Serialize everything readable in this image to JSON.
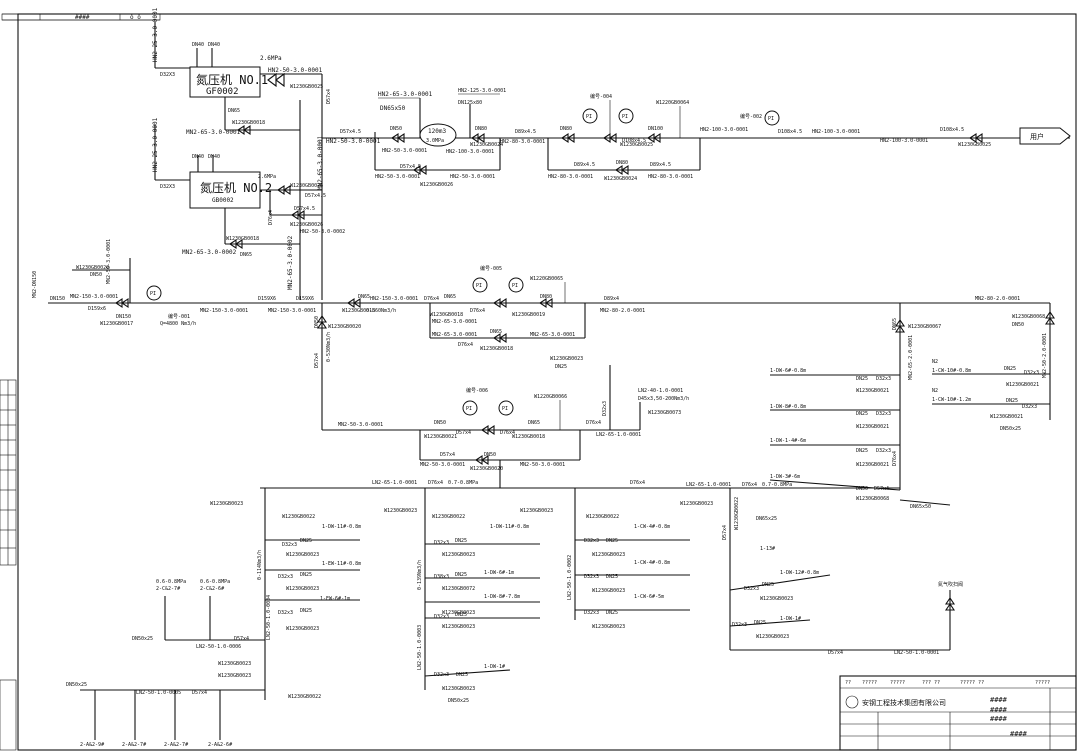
{
  "header": {
    "hash": "####",
    "code": "ǒ ǒ"
  },
  "compressor1": {
    "title": "氮压机 NO.1",
    "sub": "GF0002",
    "tag1": "DN40",
    "tag2": "DN40",
    "pressure": "2.6MPa",
    "vline": "HN2-25-3.0-0001",
    "vsize": "D32X3",
    "line": "HN2-50-3.0-0001",
    "dn": "DN65",
    "valve": "W1230GB0018",
    "outline": "MN2-65-3.0-0001",
    "dn2": "DN50",
    "v2": "W1230GB0025"
  },
  "compressor2": {
    "title": "氮压机 NO.2",
    "sub": "GB0002",
    "tag1": "DN40",
    "tag2": "DN40",
    "pressure": "2.6MPa",
    "vline": "HN2-25-3.0-0001",
    "vsize": "D32X3",
    "valve": "W1230GB0026",
    "size": "D57x4.5",
    "size2": "D57x4.5",
    "valve2": "W1230GB0026",
    "line": "HN2-50-3.0-0002",
    "valve3": "W1230GB0018",
    "outline": "MN2-65-3.0-0002",
    "dn": "DN65",
    "vline2": "MN2-65-3.0-0002",
    "d76": "D76x4"
  },
  "hp": {
    "v57": "D57x4",
    "d575": "D57x4.5",
    "hn5030": "HN2-50-3.0-0001",
    "hn6530": "HN2-65-3.0-0001",
    "dn65x50": "DN65x50",
    "dn50": "DN50",
    "hn50c": "HN2-50-3.0-0001",
    "tank": "120m3",
    "tankp": "3.0MPa",
    "hn12530": "HN2-125-3.0-0001",
    "dn125": "DN125x80",
    "dn80": "DN80",
    "v024": "W1230GB0024",
    "hn10030": "HN2-100-3.0-0001",
    "d575b": "D57x4.5",
    "hn5030b": "HN2-50-3.0-0001",
    "hn5030c": "HN2-50-3.0-0001",
    "v026": "W1230GB0026",
    "d895": "D89x4.5",
    "hn8030": "HN2-80-3.0-0001",
    "ma004": "编号-004",
    "dn80b": "DN80",
    "v025": "W1230GB0025",
    "dn100": "DN100",
    "d1085": "D108x4.5",
    "v064": "W1220GB0064",
    "pi": "PI",
    "d895b": "D89x4.5",
    "d895c": "D89x4.5",
    "dn80c": "DN80",
    "hn8030b": "HN2-80-3.0-0001",
    "v024b": "W1230GB0024",
    "hn8030c": "HN2-80-3.0-0001",
    "ma002": "编号-002",
    "hn10030b": "HN2-100-3.0-0001",
    "d1085b": "D108x4.5",
    "hn10030c": "HN2-100-3.0-0001",
    "hn10030d": "HN2-100-3.0-0001",
    "d1085c": "D108x4.5",
    "v025b": "W1230GB0025",
    "user": "用户"
  },
  "mp": {
    "vtag": "MN2-DN150",
    "vtag2": "MN2-50-3.0-0001",
    "v020": "W1230GB0020",
    "dn50": "DN50",
    "dn150": "DN150",
    "mn150": "MN2-150-3.0-0001",
    "d1596": "D159x6",
    "dn150b": "DN150",
    "v017": "W1230GB0017",
    "fe001": "编号-001",
    "flow": "Q=4800 Nm3/h",
    "mn1503": "MN2-150-3.0-0001",
    "mn1503b": "MN2-150-3.0-0001",
    "d1596b": "D159X6",
    "d1596c": "D159X6",
    "dn65": "DN65",
    "hn150": "HN2-150-3.0-0001",
    "d76": "D76x4",
    "v018": "W1230GB0018",
    "flow2": "0-560Nm3/h",
    "dn65b": "DN65",
    "d76b": "D76x4",
    "ma005": "编号-005",
    "v065": "W1220GB0065",
    "v018b": "W1230GB0018",
    "v019": "W1230GB0019",
    "dn80": "DN80",
    "d89": "D89x4",
    "mn8020": "MN2-80-2.0-0001",
    "mn6530": "MN2-65-3.0-0001",
    "mn6530b": "MN2-65-3.0-0001",
    "dn65c": "DN65",
    "mn6530c": "MN2-65-3.0-0001",
    "d76c": "D76x4",
    "v018c": "W1230GB0018",
    "mn6530d": "MN2-65-3.0-0001",
    "mn8020b": "MN2-80-2.0-0001",
    "v020b": "W1230GB0020",
    "d57": "D57x4",
    "flow3": "0-530Nm3/h",
    "v067": "W1230GB0067",
    "dn65d": "DN65",
    "v068": "W1230GB0068",
    "dn50b": "DN50",
    "mn5020": "MN2-50-2.0-0001",
    "mn6520": "MN2-65-2.0-0001"
  },
  "lp": {
    "mn5030": "MN2-50-3.0-0001",
    "ma006": "编号-006",
    "dn50": "DN50",
    "d57": "D57x4",
    "d76": "D76x4",
    "dn65": "DN65",
    "v021": "W1230GB0021",
    "v018": "W1230GB0018",
    "v066": "W1220GB0066",
    "v023": "W1230GB0023",
    "dn25": "DN25",
    "d32": "D32x3",
    "ln2": "LN2-40-1.0-0001",
    "flow": "D45x3,50-200Nm3/h",
    "v073": "W1230GB0073",
    "ln651": "LN2-65-1.0-0001",
    "mn5030b": "MN2-50-3.0-0001",
    "mn5030c": "MN2-50-3.0-0001",
    "d57b": "D57x4",
    "dn50b": "DN50",
    "v020": "W1230GB0020",
    "ln651b": "LN2-65-1.0-0001",
    "d76b": "D76x4",
    "press": "0.7-0.8MPa",
    "d76c": "D76x4",
    "ln651c": "LN2-65-1.0-0001",
    "d76d": "D76x4",
    "press2": "0.7-0.8MPa"
  },
  "n2": {
    "n2": "N2",
    "r1": "1-CW-10#-0.8m",
    "r2": "1-CW-10#-1.2m",
    "d32": "D32x3",
    "v021": "W1230GB0021",
    "d32b": "D32x3",
    "dn50x25": "DN50x25",
    "d76": "D76x4",
    "r3": "1-DW-6#-0.8m",
    "r4": "1-DW-8#-0.8m",
    "r5": "1-DW-1-4#-6m",
    "r6": "1-DW-3#-6m",
    "dn25": "DN25",
    "d32c": "D32x3",
    "dn50": "DN50",
    "d57": "D57x4",
    "v068": "W1230GB0068",
    "dn65x50": "DN65x50"
  },
  "branches": {
    "ln5010": "LN2-50-1.0-0001",
    "ln5010b": "LN2-50-1.0-0002",
    "ln5010c": "LN2-50-1.0-0003",
    "ln5010d": "LN2-50-1.0-0004",
    "ln5010e": "LN2-50-1.0-0005",
    "ln5010f": "LN2-50-1.0-0006",
    "v022": "W1230GB0022",
    "v023": "W1230GB0023",
    "v072": "W1230GB0072",
    "dn25": "DN25",
    "dn50": "DN50",
    "d32": "D32x3",
    "d38": "D38x3",
    "d57": "D57x4",
    "dn50x25": "DN50x25",
    "q1": "0-114Nm3/h",
    "q2": "0-139Nm3/h",
    "r1": "1-DW-11#-0.8m",
    "r2": "1-EW-11#-0.8m",
    "r3": "1-EW-11#-0.8m",
    "r4": "1-EW-6#-1m",
    "r5": "1-DW-6#-1m",
    "r6": "1-DW-8#-7.8m",
    "r7": "1-DW-1#",
    "r8": "1-CW-4#-0.8m",
    "r9": "1-CW-4#-0.8m",
    "r10": "1-CW-6#-5m",
    "r11": "1-13#",
    "r12": "1-DW-12#-0.8m",
    "r13": "1-DW-1#",
    "dn65x25": "DN65x25",
    "safe": "氮气吹扫阀",
    "p1": "0.6-0.8MPa",
    "p2": "2-C&2-7#",
    "p3": "0.6-0.8MPa",
    "p4": "2-C&2-6#",
    "b1": "2-A&2-9#",
    "b2": "2-A&2-7#",
    "b3": "2-A&2-7#",
    "b4": "2-A&2-6#",
    "d57b": "D57x4",
    "ln5010g": "LN2-50-1.0-0001"
  },
  "titleblock": {
    "company": "安钢工程技术集团有限公司",
    "h1": "####",
    "h2": "####",
    "h3": "####",
    "h4": "####",
    "q": "??",
    "q2": "?????",
    "q3": "?????",
    "q4": "??? ??",
    "q5": "????? ??",
    "q6": "?????"
  }
}
